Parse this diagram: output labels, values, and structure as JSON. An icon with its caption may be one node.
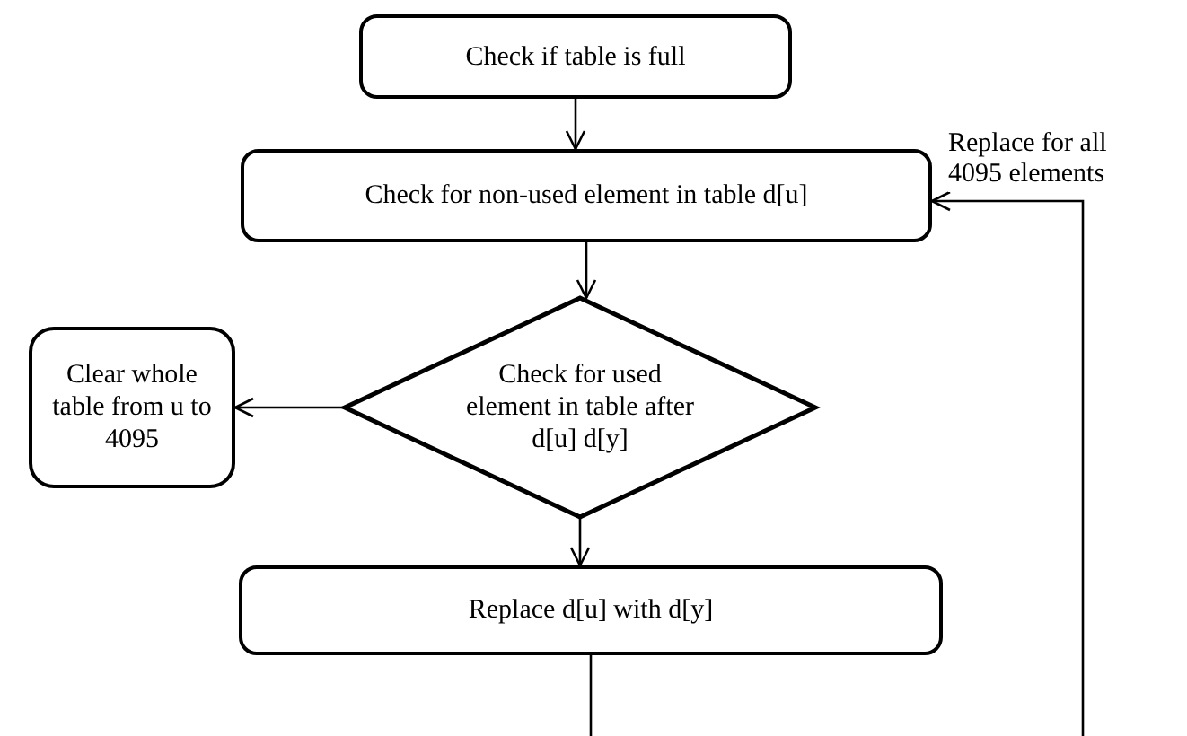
{
  "diagram": {
    "nodes": [
      {
        "text": [
          "Check if table is full"
        ]
      },
      {
        "text": [
          "Check for non-used element in table d[u]"
        ]
      },
      {
        "text": [
          "Check for used element in table after d[u] d[y]"
        ]
      },
      {
        "text": [
          "Clear whole table from u to 4095"
        ]
      },
      {
        "text": [
          "Replace d[u] with d[y]"
        ]
      }
    ],
    "edges": [
      {
        "from": 0,
        "to": 1,
        "arrow": "to"
      },
      {
        "from": 1,
        "to": 2,
        "arrow": "to"
      },
      {
        "from": 2,
        "to": 3,
        "arrow": "to"
      },
      {
        "from": 2,
        "to": 4,
        "arrow": "to"
      },
      {
        "from": 4,
        "to": null,
        "arrow": "none"
      },
      {
        "from": null,
        "to": 1,
        "arrow": "to",
        "label": "Replace for all 4095 elements"
      }
    ]
  }
}
